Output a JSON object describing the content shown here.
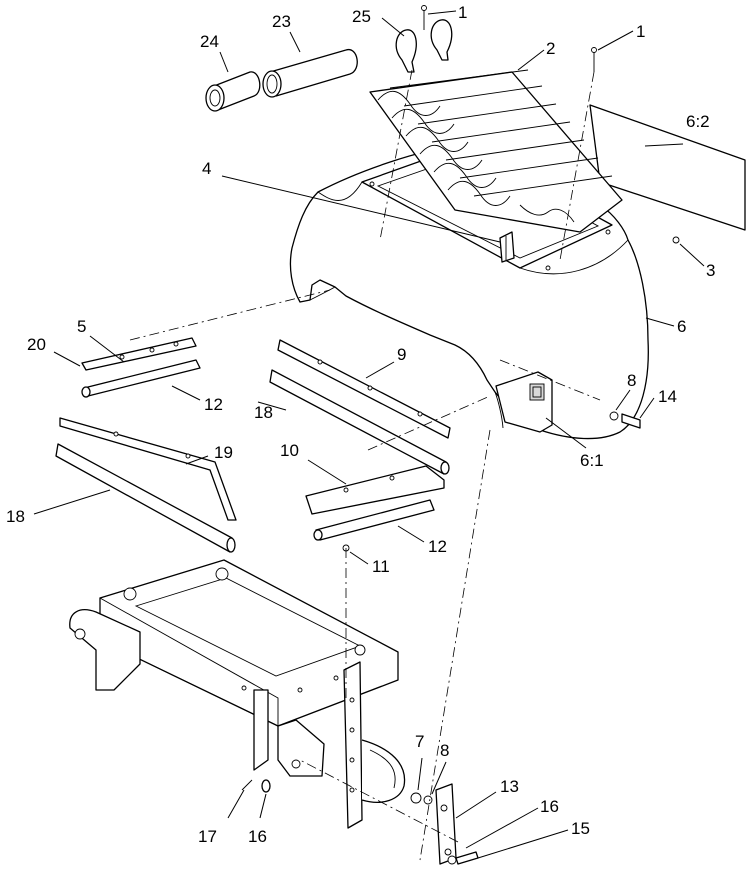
{
  "callouts": [
    {
      "id": "c-1a",
      "text": "1"
    },
    {
      "id": "c-1b",
      "text": "1"
    },
    {
      "id": "c-2",
      "text": "2"
    },
    {
      "id": "c-3",
      "text": "3"
    },
    {
      "id": "c-4",
      "text": "4"
    },
    {
      "id": "c-5",
      "text": "5"
    },
    {
      "id": "c-6",
      "text": "6"
    },
    {
      "id": "c-6-1",
      "text": "6:1"
    },
    {
      "id": "c-6-2",
      "text": "6:2"
    },
    {
      "id": "c-7",
      "text": "7"
    },
    {
      "id": "c-8a",
      "text": "8"
    },
    {
      "id": "c-8b",
      "text": "8"
    },
    {
      "id": "c-9",
      "text": "9"
    },
    {
      "id": "c-10",
      "text": "10"
    },
    {
      "id": "c-11",
      "text": "11"
    },
    {
      "id": "c-12a",
      "text": "12"
    },
    {
      "id": "c-12b",
      "text": "12"
    },
    {
      "id": "c-13",
      "text": "13"
    },
    {
      "id": "c-14",
      "text": "14"
    },
    {
      "id": "c-15",
      "text": "15"
    },
    {
      "id": "c-16a",
      "text": "16"
    },
    {
      "id": "c-16b",
      "text": "16"
    },
    {
      "id": "c-17",
      "text": "17"
    },
    {
      "id": "c-18a",
      "text": "18"
    },
    {
      "id": "c-18b",
      "text": "18"
    },
    {
      "id": "c-19",
      "text": "19"
    },
    {
      "id": "c-20",
      "text": "20"
    },
    {
      "id": "c-23",
      "text": "23"
    },
    {
      "id": "c-24",
      "text": "24"
    },
    {
      "id": "c-25",
      "text": "25"
    }
  ]
}
